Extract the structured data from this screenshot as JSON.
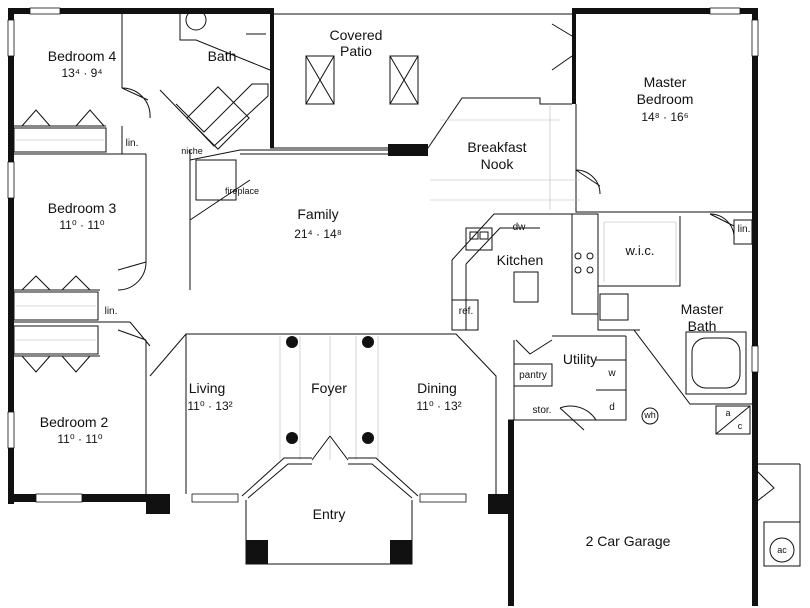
{
  "rooms": {
    "bedroom4": {
      "name": "Bedroom 4",
      "dim": "13⁴  ·  9⁴"
    },
    "bath": {
      "name": "Bath"
    },
    "covered_patio": {
      "name_line1": "Covered",
      "name_line2": "Patio"
    },
    "master_bedroom": {
      "name_line1": "Master",
      "name_line2": "Bedroom",
      "dim": "14⁸  ·  16⁶"
    },
    "breakfast_nook": {
      "name_line1": "Breakfast",
      "name_line2": "Nook"
    },
    "bedroom3": {
      "name": "Bedroom 3",
      "dim": "11⁰  ·  11⁰"
    },
    "family": {
      "name": "Family",
      "dim": "21⁴  ·  14⁸"
    },
    "kitchen": {
      "name": "Kitchen"
    },
    "wic": {
      "name": "w.i.c."
    },
    "master_bath": {
      "name_line1": "Master",
      "name_line2": "Bath"
    },
    "utility": {
      "name": "Utility"
    },
    "living": {
      "name": "Living",
      "dim": "11⁰  ·  13²"
    },
    "foyer": {
      "name": "Foyer"
    },
    "dining": {
      "name": "Dining",
      "dim": "11⁰  ·  13²"
    },
    "bedroom2": {
      "name": "Bedroom 2",
      "dim": "11⁰  ·  11⁰"
    },
    "entry": {
      "name": "Entry"
    },
    "garage": {
      "name": "2 Car Garage"
    }
  },
  "small_labels": {
    "lin_1": "lin.",
    "lin_2": "lin.",
    "lin_3": "lin.",
    "niche": "niche",
    "fireplace": "fireplace",
    "dw": "dw",
    "ref": "ref.",
    "pantry": "pantry",
    "stor": "stor.",
    "w": "w",
    "d": "d",
    "wh": "wh",
    "ac_a": "a",
    "ac_c": "c",
    "ac_unit": "ac"
  }
}
